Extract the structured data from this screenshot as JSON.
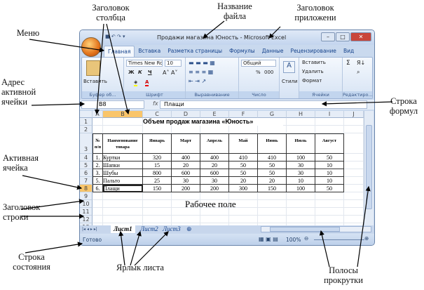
{
  "annotations": {
    "column_header": "Заголовок столбца",
    "file_name": "Название файла",
    "app_title": "Заголовок приложени",
    "menu": "Меню",
    "active_cell_address": "Адрес активной ячейки",
    "formula_bar": "Строка формул",
    "active_cell": "Активная ячейка",
    "row_header": "Заголовок строки",
    "work_area": "Рабочее поле",
    "status_bar": "Строка состояния",
    "sheet_tab": "Ярлык листа",
    "scrollbars": "Полосы прокрутки"
  },
  "window": {
    "title": "Продажи магазина Юность - Microsoft Excel",
    "min": "–",
    "max": "□",
    "close": "✕"
  },
  "tabs": [
    "Главная",
    "Вставка",
    "Разметка страницы",
    "Формулы",
    "Данные",
    "Рецензирование",
    "Вид"
  ],
  "ribbon": {
    "clipboard": {
      "paste": "Вставить",
      "label": "Буфер об..."
    },
    "font": {
      "name": "Times New Ro",
      "size": "10",
      "bold": "Ж",
      "italic": "К",
      "underline": "Ч",
      "label": "Шрифт"
    },
    "align": {
      "label": "Выравнивание"
    },
    "number": {
      "format": "Общий",
      "percent": "%",
      "thousands": "000",
      "label": "Число"
    },
    "styles": {
      "label": "Стили"
    },
    "cells": {
      "insert": "Вставить",
      "delete": "Удалить",
      "format": "Формат",
      "label": "Ячейки"
    },
    "editing": {
      "sum": "Σ",
      "label": "Редактиро..."
    }
  },
  "formula": {
    "name_box": "B8",
    "fx": "fx",
    "value": "Плащи"
  },
  "columns": [
    "A",
    "B",
    "C",
    "D",
    "E",
    "F",
    "G",
    "H",
    "I",
    "J"
  ],
  "rows": [
    "1",
    "2",
    "3",
    "4",
    "5",
    "6",
    "7",
    "8",
    "9",
    "10",
    "11",
    "12",
    "13"
  ],
  "sheet": {
    "title": "Объем продаж магазина «Юность»",
    "headers": [
      "№ п/п",
      "Наименование товара",
      "Январь",
      "Март",
      "Апрель",
      "Май",
      "Июнь",
      "Июль",
      "Август"
    ],
    "data": [
      [
        "1.",
        "Куртки",
        "320",
        "400",
        "400",
        "410",
        "410",
        "100",
        "50"
      ],
      [
        "2.",
        "Шапки",
        "15",
        "20",
        "20",
        "50",
        "50",
        "30",
        "10"
      ],
      [
        "3.",
        "Шубы",
        "800",
        "600",
        "600",
        "50",
        "50",
        "30",
        "10"
      ],
      [
        "5.",
        "Пальто",
        "25",
        "30",
        "30",
        "20",
        "20",
        "10",
        "10"
      ],
      [
        "6.",
        "Плащи",
        "150",
        "200",
        "200",
        "300",
        "150",
        "100",
        "50"
      ]
    ]
  },
  "sheet_tabs": [
    "Лист1",
    "Лист2",
    "Лист3"
  ],
  "status": {
    "text": "Готово",
    "zoom": "100%"
  }
}
